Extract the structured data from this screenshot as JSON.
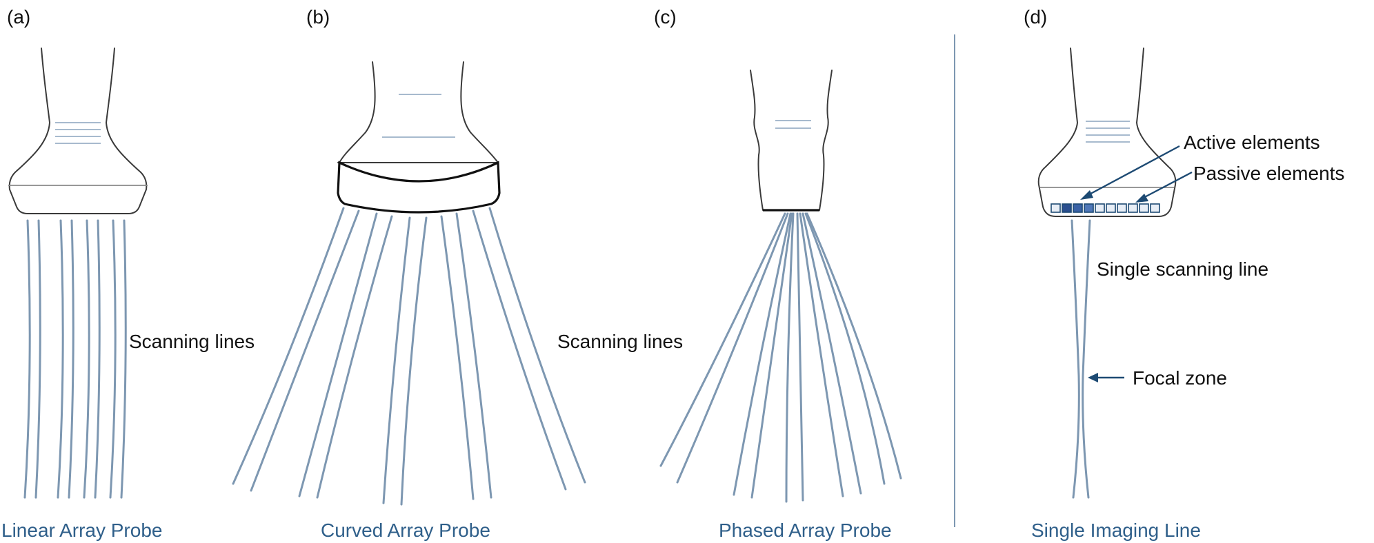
{
  "panels": [
    {
      "letter": "(a)",
      "caption": "Linear Array Probe",
      "callout": "Scanning lines"
    },
    {
      "letter": "(b)",
      "caption": "Curved Array Probe",
      "callout": "Scanning lines"
    },
    {
      "letter": "(c)",
      "caption": "Phased Array Probe"
    },
    {
      "letter": "(d)",
      "caption": "Single Imaging Line",
      "callouts": {
        "active": "Active elements",
        "passive": "Passive elements",
        "scanline": "Single scanning line",
        "focal": "Focal zone"
      }
    }
  ],
  "colors": {
    "caption": "#2f5f8a",
    "beam": "#7d97b1",
    "active_element": "#2b4f8f",
    "passive_element": "#e8eef6",
    "arrow": "#1d4a73",
    "divider": "#7d97b1"
  }
}
